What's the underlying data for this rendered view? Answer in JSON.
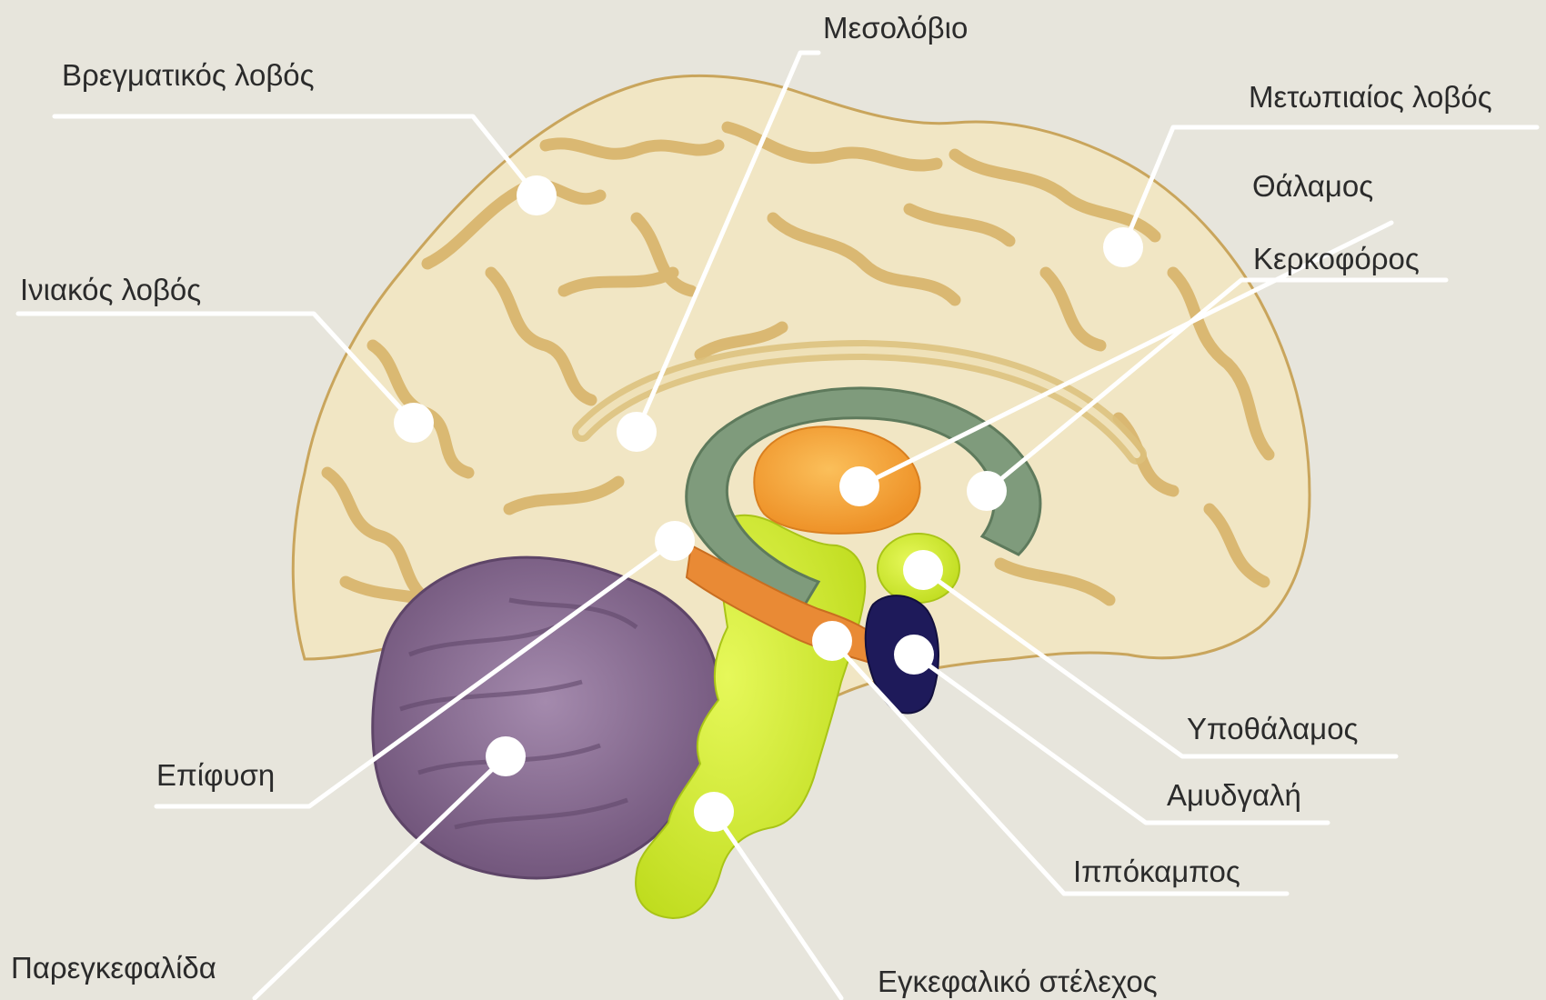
{
  "diagram": {
    "colors": {
      "background": "#e7e5dc",
      "cerebrum": "#f1e6c4",
      "cerebrum_sulci": "#d9b56e",
      "cerebellum": "#8a6c94",
      "brainstem": "#d3ef2c",
      "thalamus": "#f5a43a",
      "caudate": "#7f9b7c",
      "hippocampus": "#e98a35",
      "amygdala": "#1e1a5a",
      "leader_line": "#ffffff"
    },
    "labels": {
      "parietal_lobe": "Βρεγματικός λοβός",
      "occipital_lobe": "Ινιακός λοβός",
      "corpus_callosum": "Μεσολόβιο",
      "frontal_lobe": "Μετωπιαίος λοβός",
      "thalamus": "Θάλαμος",
      "caudate": "Κερκοφόρος",
      "pineal_gland": "Επίφυση",
      "cerebellum": "Παρεγκεφαλίδα",
      "hypothalamus": "Υποθάλαμος",
      "amygdala": "Αμυδγαλή",
      "hippocampus": "Ιππόκαμπος",
      "brainstem": "Εγκεφαλικό στέλεχος"
    }
  }
}
